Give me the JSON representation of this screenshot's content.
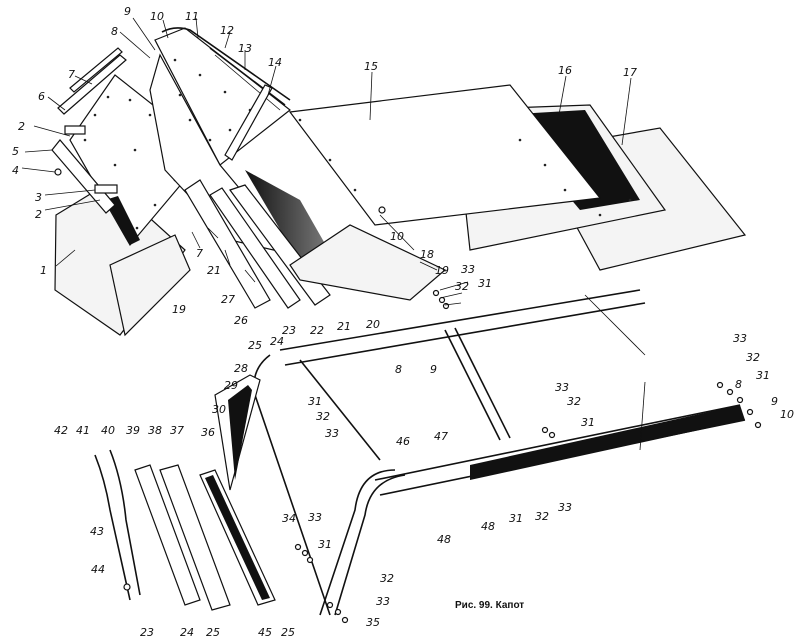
{
  "caption": "Рис. 99. Капот",
  "callouts": [
    "1",
    "2",
    "2",
    "3",
    "4",
    "5",
    "6",
    "7",
    "7",
    "8",
    "8",
    "8",
    "9",
    "9",
    "9",
    "10",
    "10",
    "10",
    "11",
    "12",
    "13",
    "14",
    "15",
    "16",
    "17",
    "18",
    "19",
    "19",
    "20",
    "21",
    "21",
    "22",
    "23",
    "23",
    "24",
    "24",
    "25",
    "25",
    "25",
    "26",
    "27",
    "28",
    "29",
    "30",
    "31",
    "31",
    "31",
    "31",
    "31",
    "31",
    "32",
    "32",
    "32",
    "32",
    "32",
    "32",
    "33",
    "33",
    "33",
    "33",
    "33",
    "33",
    "33",
    "34",
    "35",
    "36",
    "37",
    "38",
    "39",
    "40",
    "41",
    "42",
    "43",
    "44",
    "45",
    "46",
    "47",
    "48",
    "48"
  ],
  "colors": {
    "ink": "#111111",
    "paper": "#ffffff",
    "shade": "#1a1a1a"
  }
}
